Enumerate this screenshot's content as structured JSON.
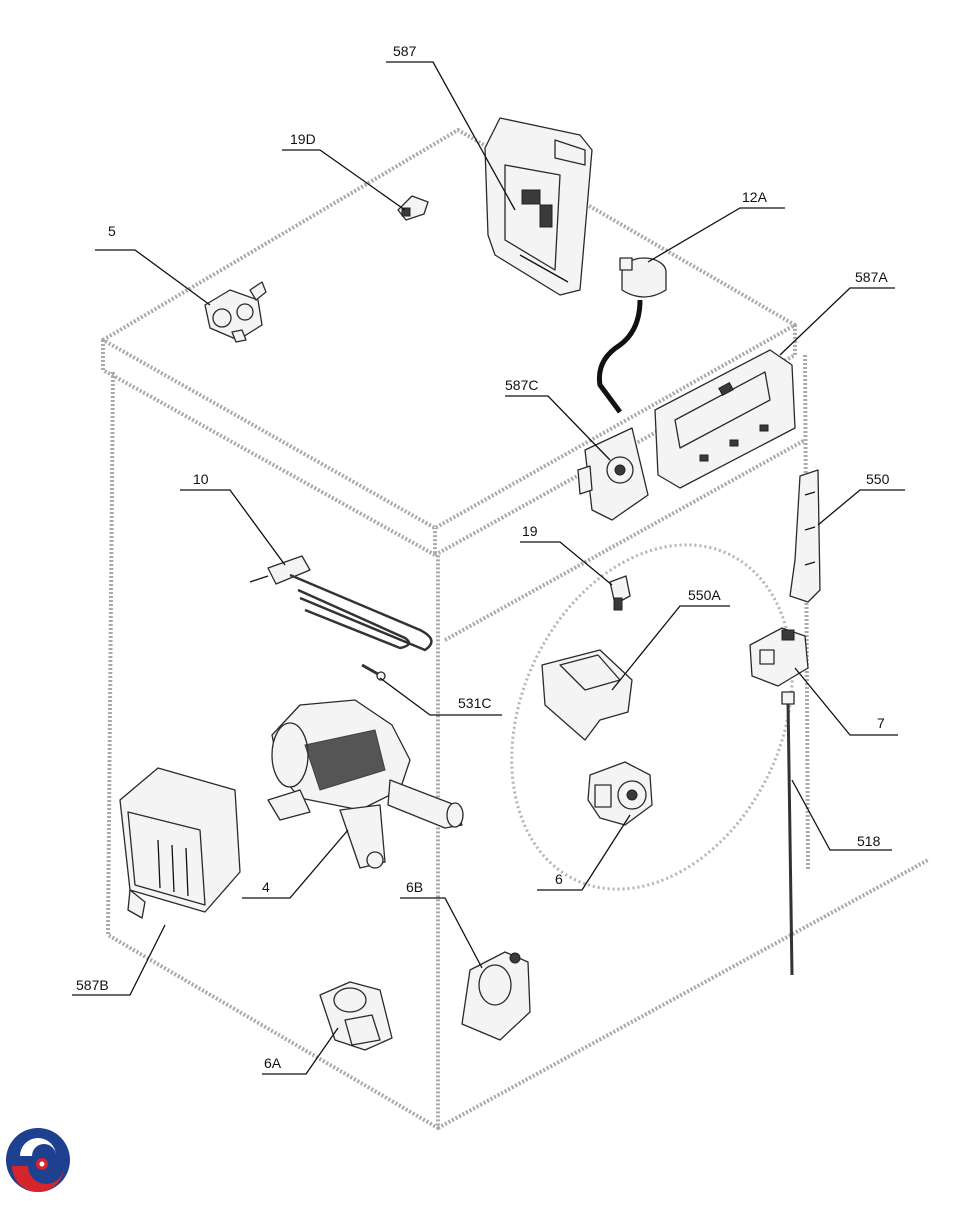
{
  "diagram": {
    "labels": {
      "p587": "587",
      "p19D": "19D",
      "p12A": "12A",
      "p5": "5",
      "p587A": "587A",
      "p587C": "587C",
      "p10": "10",
      "p550": "550",
      "p19": "19",
      "p550A": "550A",
      "p531C": "531C",
      "p7": "7",
      "p4": "4",
      "p518": "518",
      "p6": "6",
      "p6B": "6B",
      "p587B": "587B",
      "p6A": "6A"
    },
    "colors": {
      "cabinet_outline": "#a9a9a9",
      "part_stroke": "#2a2a2a",
      "leader": "#111111",
      "logo_blue": "#1f3f8f",
      "logo_red": "#d6242b"
    },
    "logo_icon": "brand-swirl-icon"
  }
}
